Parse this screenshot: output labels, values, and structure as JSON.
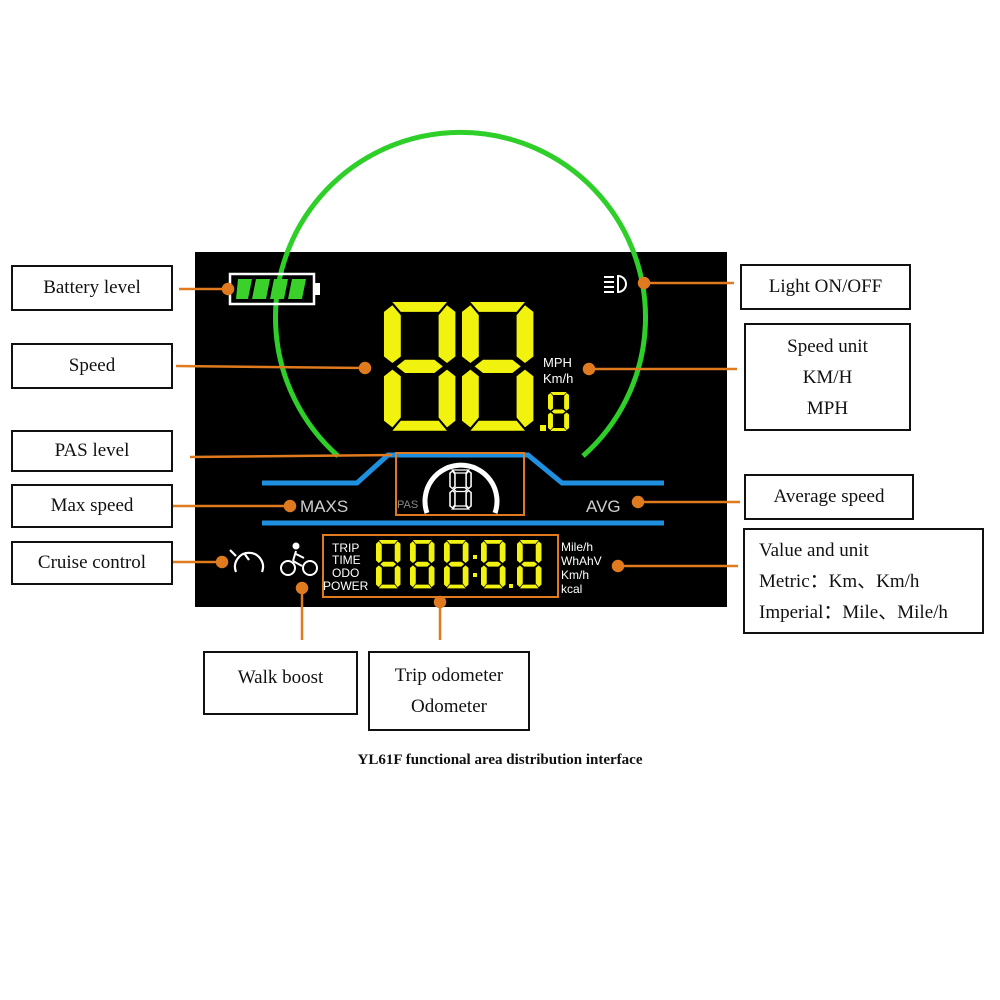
{
  "colors": {
    "leader": "#e07a1f",
    "screen": "#000000",
    "segment_yellow": "#f2f20f",
    "battery_green": "#39d12a",
    "arc_green": "#2fcf2a",
    "bar_blue": "#1f8fe0",
    "label_white": "#ffffff"
  },
  "callouts": {
    "battery_level": "Battery level",
    "speed": "Speed",
    "pas_level": "PAS level",
    "max_speed": "Max speed",
    "cruise_control": "Cruise control",
    "light_on_off": "Light ON/OFF",
    "speed_unit": {
      "lines": [
        "Speed unit",
        "KM/H",
        "MPH"
      ]
    },
    "average_speed": "Average speed",
    "value_and_unit": {
      "lines": [
        "Value and unit",
        "Metric：Km、Km/h",
        "Imperial：Mile、Mile/h"
      ]
    },
    "walk_boost": "Walk boost",
    "trip_odometer": {
      "lines": [
        "Trip odometer",
        "Odometer"
      ]
    }
  },
  "display": {
    "speed_digits": "88",
    "speed_decimal": "8",
    "speed_unit_labels": [
      "MPH",
      "Km/h"
    ],
    "pas_label": "PAS",
    "pas_digit": "8",
    "maxs_label": "MAXS",
    "avg_label": "AVG",
    "mode_labels": [
      "TRIP",
      "TIME",
      "ODO",
      "POWER"
    ],
    "value_units": [
      "Mile/h",
      "WhAhV",
      "Km/h",
      "kcal"
    ],
    "odometer_digits": "88888"
  },
  "icons": [
    "battery-icon",
    "headlight-icon",
    "cruise-control-icon",
    "walk-boost-icon"
  ],
  "caption": "YL61F functional area distribution interface"
}
